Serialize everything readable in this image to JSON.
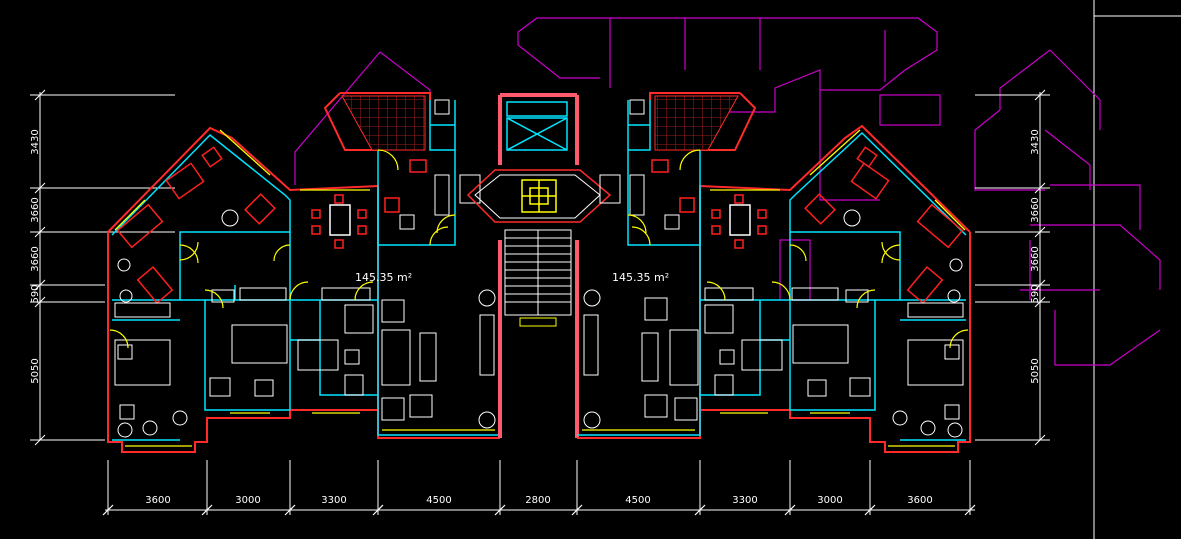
{
  "areas": {
    "left": "145.35 m²",
    "right": "145.35 m²"
  },
  "dims_bottom": [
    "3600",
    "3000",
    "3300",
    "4500",
    "2800",
    "4500",
    "3300",
    "3000",
    "3600"
  ],
  "dims_left": [
    "3430",
    "3660",
    "3660",
    "590",
    "5050"
  ],
  "dims_right": [
    "3430",
    "3660",
    "3660",
    "590",
    "5050"
  ],
  "colors": {
    "background": "#000000",
    "wall_outer": "#ff3030",
    "wall_inner": "#00ffff",
    "roof_outline": "#ff00ff",
    "window": "#ffff00",
    "dimension": "#ffffff",
    "stair_wall": "#ff5a6e",
    "tile": "#8b1a1a"
  }
}
